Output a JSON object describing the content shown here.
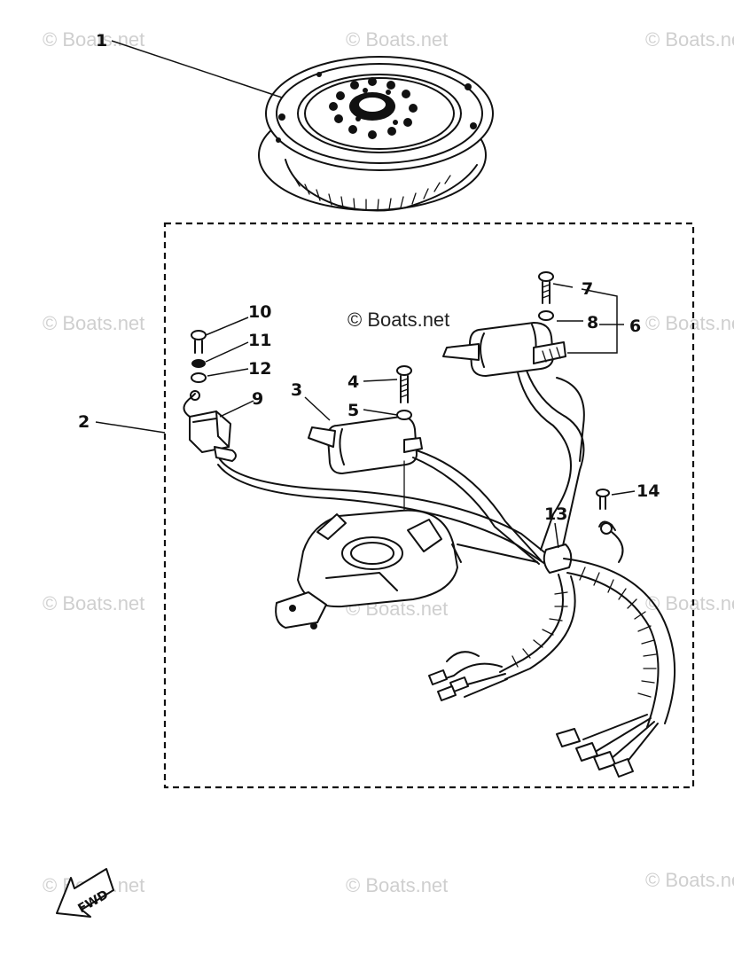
{
  "watermark": {
    "text": "© Boats.net",
    "center_text": "© Boats.net"
  },
  "callouts": [
    "1",
    "2",
    "3",
    "4",
    "5",
    "6",
    "7",
    "8",
    "9",
    "10",
    "11",
    "12",
    "13",
    "14"
  ],
  "fwd_label": "FWD"
}
